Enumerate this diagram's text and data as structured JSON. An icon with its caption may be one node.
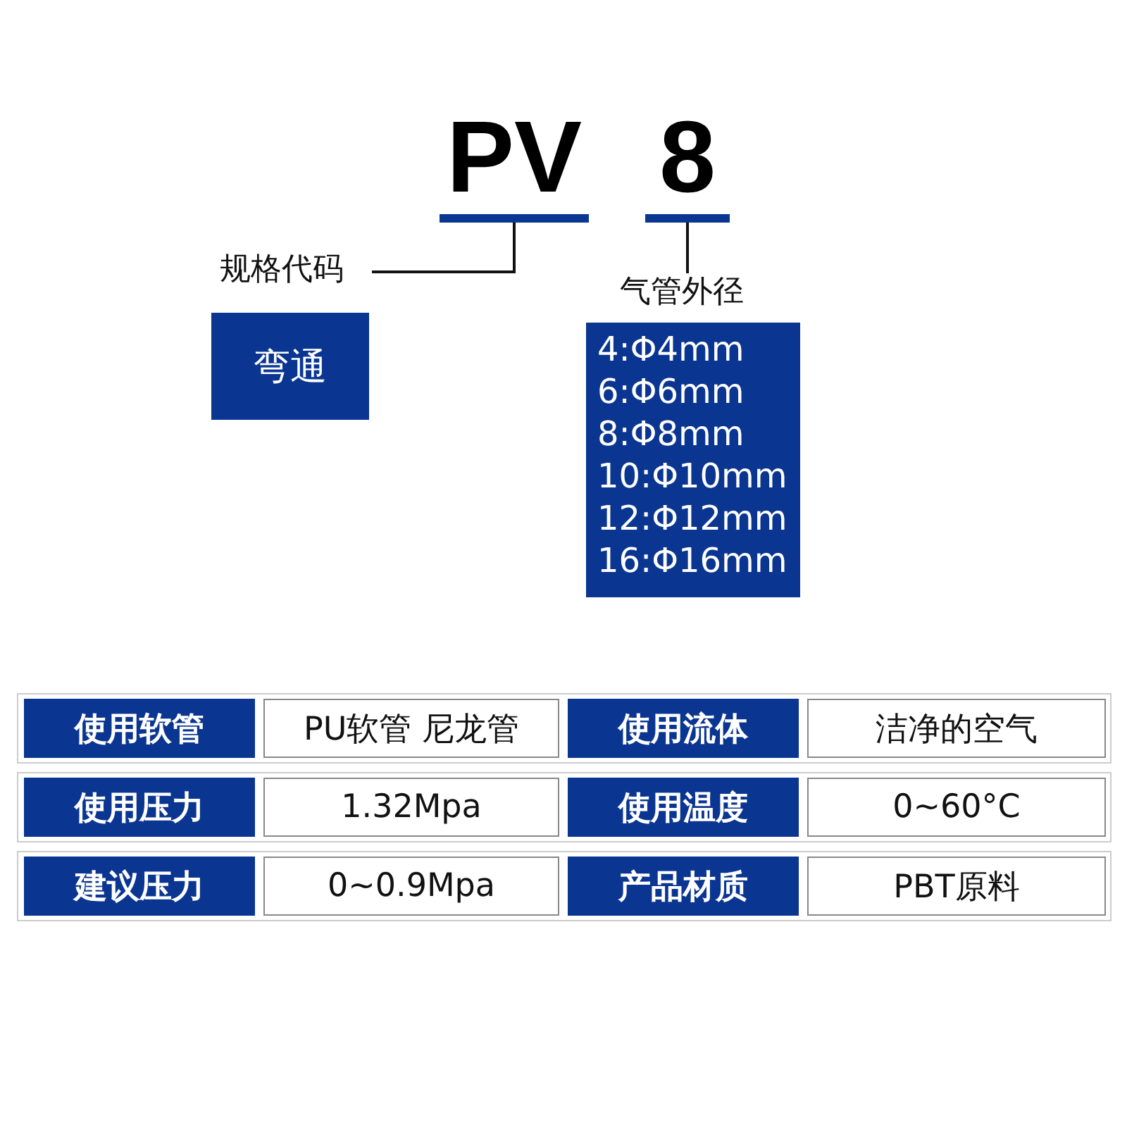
{
  "diagram": {
    "nodes": [
      {
        "text": [
          "PV"
        ]
      },
      {
        "text": [
          "8"
        ]
      },
      {
        "text": [
          "规格代码"
        ]
      },
      {
        "text": [
          "弯通"
        ]
      },
      {
        "text": [
          "气管外径"
        ]
      },
      {
        "text": [
          "4:Φ4mm",
          "6:Φ6mm",
          "8:Φ8mm",
          "10:Φ10mm",
          "12:Φ12mm",
          "16:Φ16mm"
        ]
      }
    ],
    "edges": [
      {
        "from": 0,
        "to": 2,
        "arrow": "none"
      },
      {
        "from": 1,
        "to": 4,
        "arrow": "none"
      }
    ],
    "labels": [
      "使用软管",
      "PU软管 尼龙管",
      "使用流体",
      "洁净的空气",
      "使用压力",
      "1.32Mpa",
      "使用温度",
      "0~60°C",
      "建议压力",
      "0~0.9Mpa",
      "产品材质",
      "PBT原料"
    ]
  }
}
